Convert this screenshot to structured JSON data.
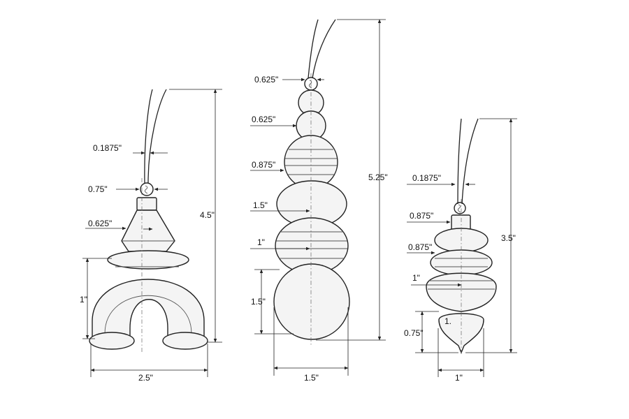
{
  "left_ornament": {
    "dim_cord": "0.1875\"",
    "dim_cap": "0.75\"",
    "dim_cone": "0.625\"",
    "dim_total_height": "4.5\"",
    "dim_arch_height": "1\"",
    "dim_width": "2.5\""
  },
  "center_ornament": {
    "dim_top_bead": "0.625\"",
    "dim_small_bead": "0.625\"",
    "dim_striped_bead": "0.875\"",
    "dim_middle_bead": "1.5\"",
    "dim_upper_bead": "1\"",
    "dim_bottom_bead": "1.5\"",
    "dim_total_height": "5.25\"",
    "dim_width": "1.5\""
  },
  "right_ornament": {
    "dim_cord": "0.1875\"",
    "dim_cap": "0.875\"",
    "dim_upper_tier": "0.875\"",
    "dim_lower_tier": "1\"",
    "dim_finial_height": "0.75\"",
    "dim_total_height": "3.5\"",
    "dim_width": "1\"",
    "finial_note": "1."
  }
}
